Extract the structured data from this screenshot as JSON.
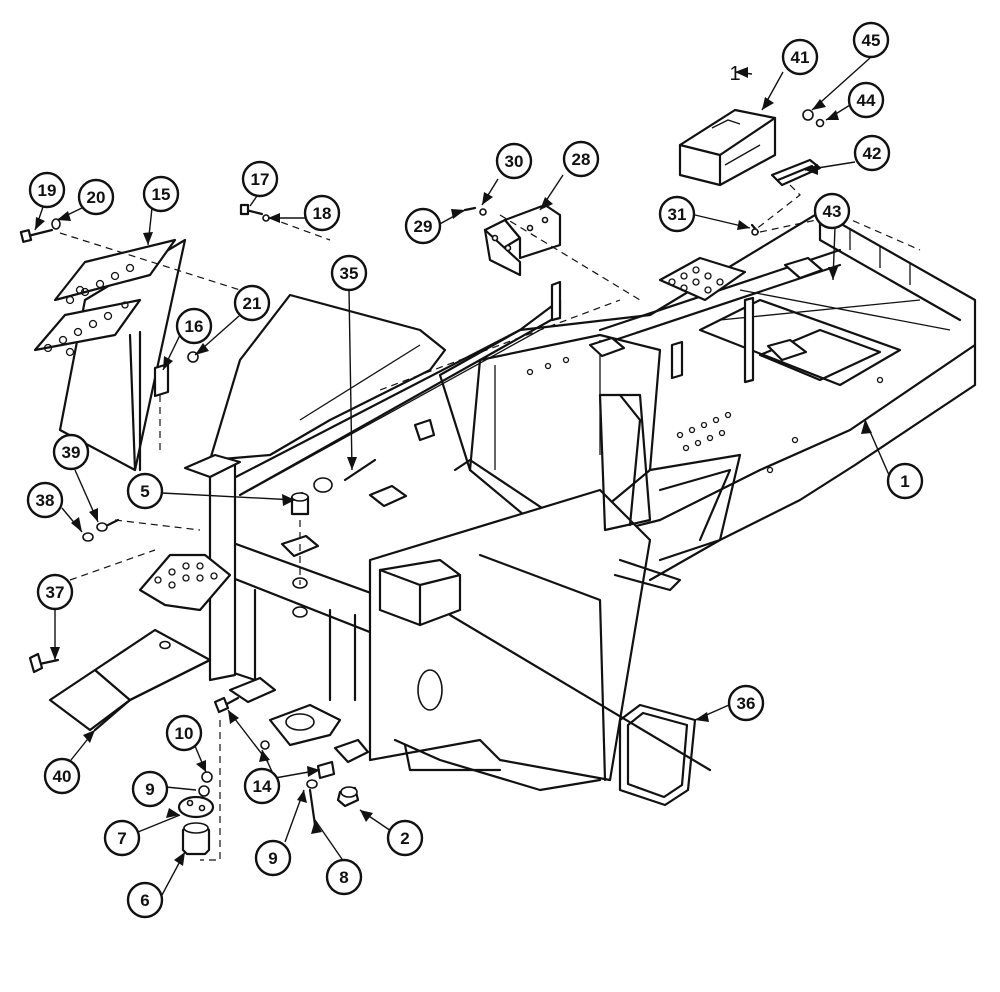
{
  "figure": {
    "callouts": [
      {
        "id": "c1",
        "label": "1"
      },
      {
        "id": "c1b",
        "label": "1"
      },
      {
        "id": "c2",
        "label": "2"
      },
      {
        "id": "c5",
        "label": "5"
      },
      {
        "id": "c6",
        "label": "6"
      },
      {
        "id": "c7",
        "label": "7"
      },
      {
        "id": "c8",
        "label": "8"
      },
      {
        "id": "c9a",
        "label": "9"
      },
      {
        "id": "c9b",
        "label": "9"
      },
      {
        "id": "c10",
        "label": "10"
      },
      {
        "id": "c14",
        "label": "14"
      },
      {
        "id": "c15",
        "label": "15"
      },
      {
        "id": "c16",
        "label": "16"
      },
      {
        "id": "c17",
        "label": "17"
      },
      {
        "id": "c18",
        "label": "18"
      },
      {
        "id": "c19",
        "label": "19"
      },
      {
        "id": "c20",
        "label": "20"
      },
      {
        "id": "c21",
        "label": "21"
      },
      {
        "id": "c28",
        "label": "28"
      },
      {
        "id": "c29",
        "label": "29"
      },
      {
        "id": "c30",
        "label": "30"
      },
      {
        "id": "c31",
        "label": "31"
      },
      {
        "id": "c35",
        "label": "35"
      },
      {
        "id": "c36",
        "label": "36"
      },
      {
        "id": "c37",
        "label": "37"
      },
      {
        "id": "c38",
        "label": "38"
      },
      {
        "id": "c39",
        "label": "39"
      },
      {
        "id": "c40",
        "label": "40"
      },
      {
        "id": "c41",
        "label": "41"
      },
      {
        "id": "c42",
        "label": "42"
      },
      {
        "id": "c43",
        "label": "43"
      },
      {
        "id": "c44",
        "label": "44"
      },
      {
        "id": "c45",
        "label": "45"
      }
    ]
  }
}
